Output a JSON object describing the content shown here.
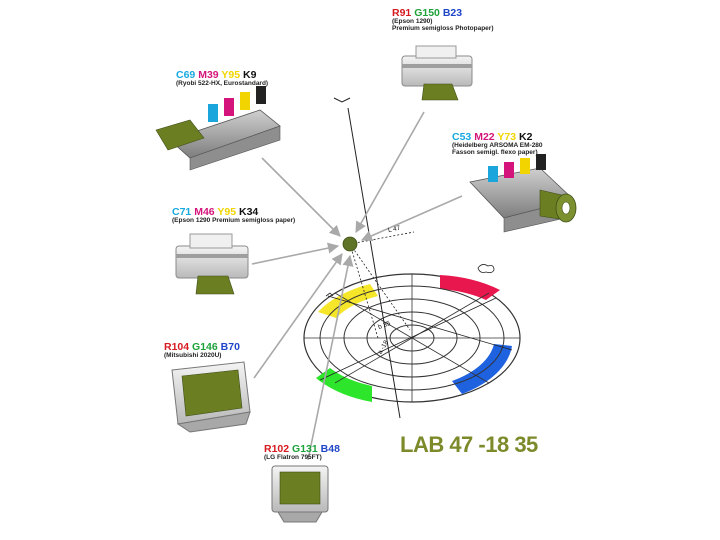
{
  "devices": [
    {
      "id": "epson-photopaper",
      "type": "printer",
      "space": "RGB",
      "values": [
        {
          "ch": "R",
          "v": "91"
        },
        {
          "ch": "G",
          "v": "150"
        },
        {
          "ch": "B",
          "v": "23"
        }
      ],
      "desc": [
        "(Epson 1290)",
        "Premium semigloss Photopaper)"
      ]
    },
    {
      "id": "ryobi",
      "type": "press",
      "space": "CMYK",
      "values": [
        {
          "ch": "C",
          "v": "69"
        },
        {
          "ch": "M",
          "v": "39"
        },
        {
          "ch": "Y",
          "v": "95"
        },
        {
          "ch": "K",
          "v": "9"
        }
      ],
      "desc": [
        "(Ryobi 522-HX, Eurostandard)"
      ]
    },
    {
      "id": "heidelberg",
      "type": "press-flexo",
      "space": "CMYK",
      "values": [
        {
          "ch": "C",
          "v": "53"
        },
        {
          "ch": "M",
          "v": "22"
        },
        {
          "ch": "Y",
          "v": "73"
        },
        {
          "ch": "K",
          "v": "2"
        }
      ],
      "desc": [
        "(Heidelberg ARSOMA EM-280",
        "Fasson semigl. flexo paper)"
      ]
    },
    {
      "id": "epson-semigloss",
      "type": "printer",
      "space": "CMYK",
      "values": [
        {
          "ch": "C",
          "v": "71"
        },
        {
          "ch": "M",
          "v": "46"
        },
        {
          "ch": "Y",
          "v": "95"
        },
        {
          "ch": "K",
          "v": "34"
        }
      ],
      "desc": [
        "(Epson 1290 Premium semigloss paper)"
      ]
    },
    {
      "id": "mitsubishi",
      "type": "crt-monitor",
      "space": "RGB",
      "values": [
        {
          "ch": "R",
          "v": "104"
        },
        {
          "ch": "G",
          "v": "146"
        },
        {
          "ch": "B",
          "v": "70"
        }
      ],
      "desc": [
        "(Mitsubishi 2020U)"
      ]
    },
    {
      "id": "lg",
      "type": "small-monitor",
      "space": "RGB",
      "values": [
        {
          "ch": "R",
          "v": "102"
        },
        {
          "ch": "G",
          "v": "131"
        },
        {
          "ch": "B",
          "v": "48"
        }
      ],
      "desc": [
        "(LG Flatron 795FT)"
      ]
    }
  ],
  "axis_labels": {
    "l": "L 47",
    "a": "a -18",
    "b": "b 35"
  },
  "lab_label": "LAB 47 -18 35",
  "colors": {
    "swatch_green": "#6b7f22",
    "wheel_red": "#e8174e",
    "wheel_yellow": "#f6e62a",
    "wheel_green": "#2de52a",
    "wheel_blue": "#1f62e0",
    "center_dot": "#5f7428",
    "arrow_gray": "#a9a9a9"
  }
}
